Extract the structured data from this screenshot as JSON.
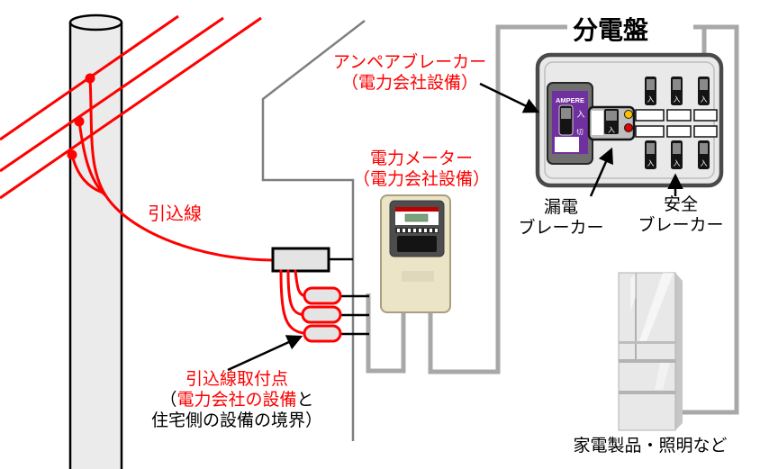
{
  "labels": {
    "service_drop_line": "引込線",
    "ampere_breaker_line1": "アンペアブレーカー",
    "ampere_breaker_line2": "（電力会社設備）",
    "power_meter_line1": "電力メーター",
    "power_meter_line2": "（電力会社設備）",
    "distribution_board": "分電盤",
    "leakage_breaker_line1": "漏電",
    "leakage_breaker_line2": "ブレーカー",
    "safety_breaker_line1": "安全",
    "safety_breaker_line2": "ブレーカー",
    "attachment_line1": "引込線取付点",
    "attachment_line2_paren": "（",
    "attachment_line2_red": "電力会社の設備",
    "attachment_line2_black": "と",
    "attachment_line3": "住宅側の設備の境界）",
    "appliances": "家電製品・照明など"
  },
  "board": {
    "ampere_label": "AMPERE",
    "on_label": "入",
    "off_label": "切"
  },
  "colors": {
    "accent_red": "#fe0000",
    "wire_gray": "#a8a8a8",
    "wall_gray": "#7f7f7f",
    "breaker_purple": "#7030a0",
    "indicator_yellow": "#ffc000",
    "indicator_red": "#dd0000",
    "meter_body": "#ece4c6",
    "panel_gray": "#e9e9e9"
  }
}
